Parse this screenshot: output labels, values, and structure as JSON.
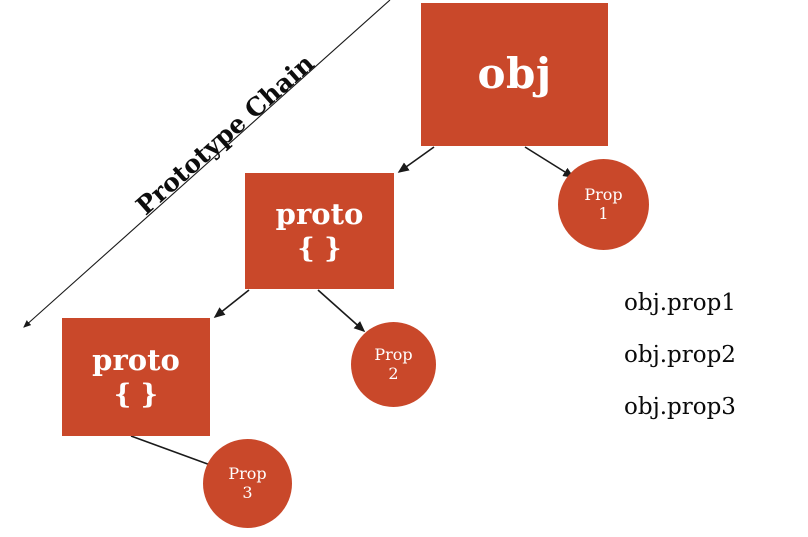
{
  "diagram": {
    "title_label": "Prototype Chain",
    "accent_color": "#c9482a",
    "background_color": "#ffffff",
    "line_color": "#1a1a1a",
    "nodes": {
      "obj": {
        "title": "obj"
      },
      "proto_1": {
        "title": "proto",
        "sub": "{ }"
      },
      "proto_2": {
        "title": "proto",
        "sub": "{ }"
      },
      "prop_1": {
        "title": "Prop",
        "sub": "1"
      },
      "prop_2": {
        "title": "Prop",
        "sub": "2"
      },
      "prop_3": {
        "title": "Prop",
        "sub": "3"
      }
    },
    "expressions": [
      {
        "label": "obj.prop1"
      },
      {
        "label": "obj.prop2"
      },
      {
        "label": "obj.prop3"
      }
    ]
  }
}
